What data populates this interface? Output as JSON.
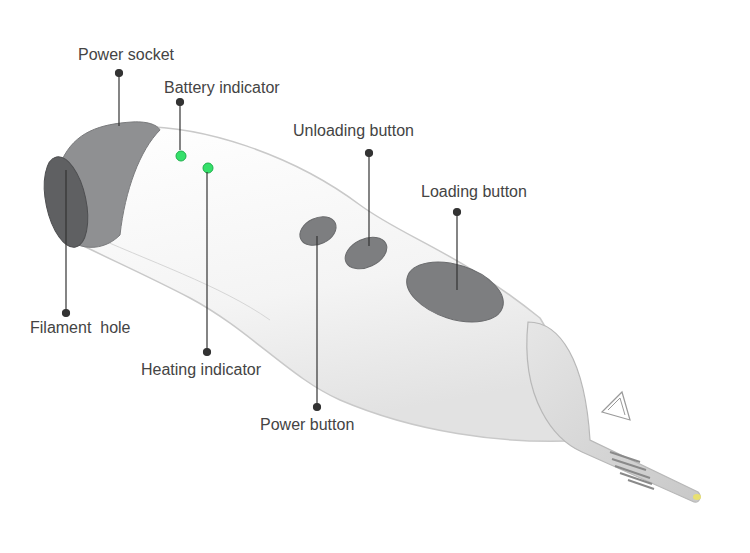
{
  "diagram": {
    "labels": [
      "Power socket",
      "Battery indicator",
      "Unloading button",
      "Loading button",
      "Filament  hole",
      "Heating indicator",
      "Power button"
    ]
  }
}
